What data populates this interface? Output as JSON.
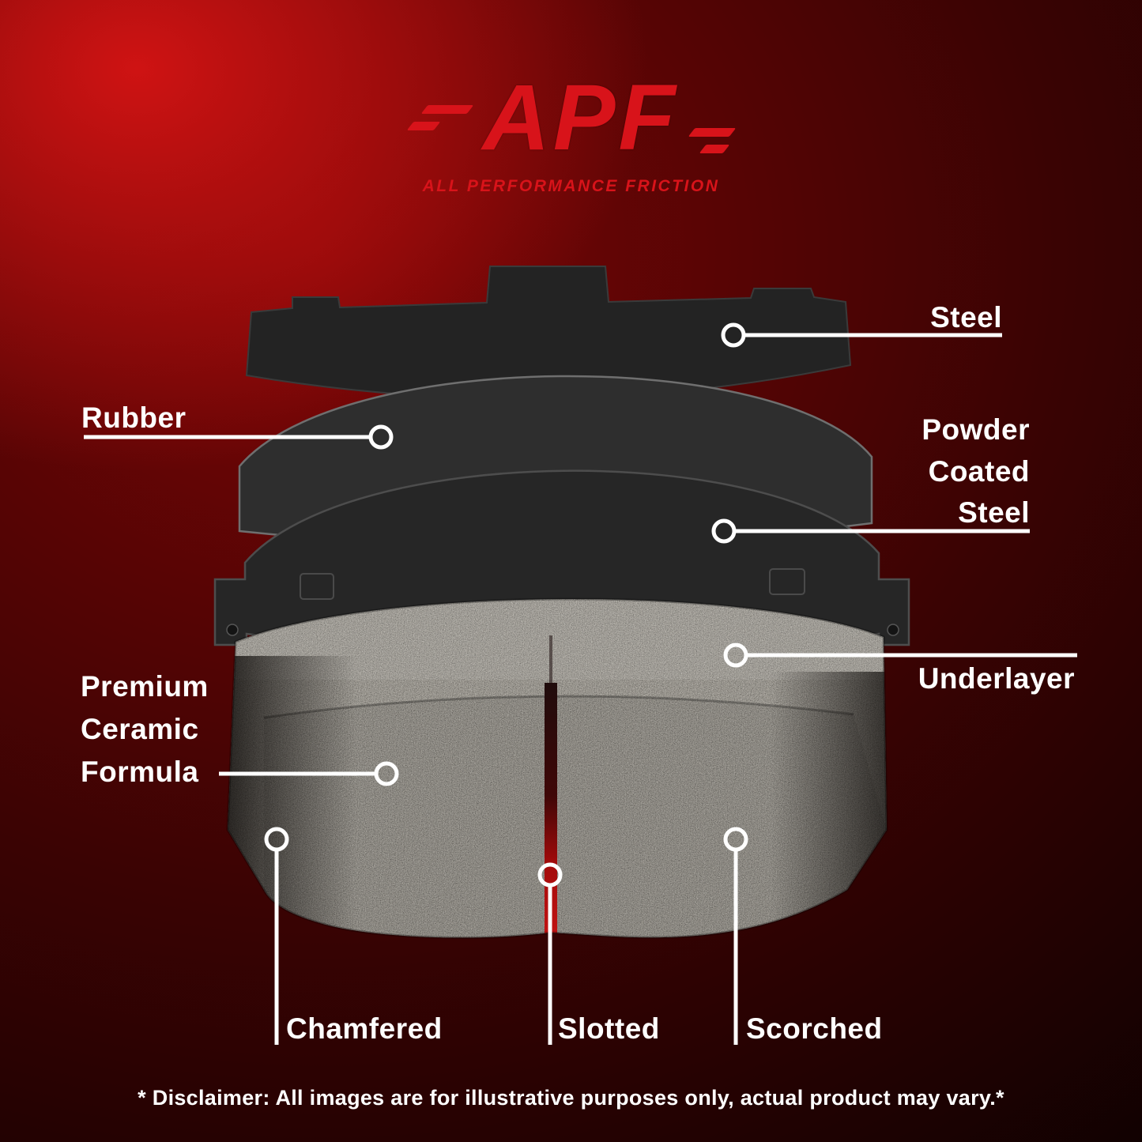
{
  "logo": {
    "brand": "APF",
    "tagline": "ALL PERFORMANCE FRICTION"
  },
  "callouts": {
    "steel": "Steel",
    "rubber": "Rubber",
    "powder_coated_steel": "Powder Coated Steel",
    "underlayer": "Underlayer",
    "premium_ceramic_formula": "Premium Ceramic Formula",
    "chamfered": "Chamfered",
    "slotted": "Slotted",
    "scorched": "Scorched"
  },
  "disclaimer": "* Disclaimer: All images are for illustrative purposes only, actual product may vary.*",
  "colors": {
    "accent_red": "#d8131a",
    "label_white": "#ffffff",
    "callout_line": "#ffffff"
  }
}
